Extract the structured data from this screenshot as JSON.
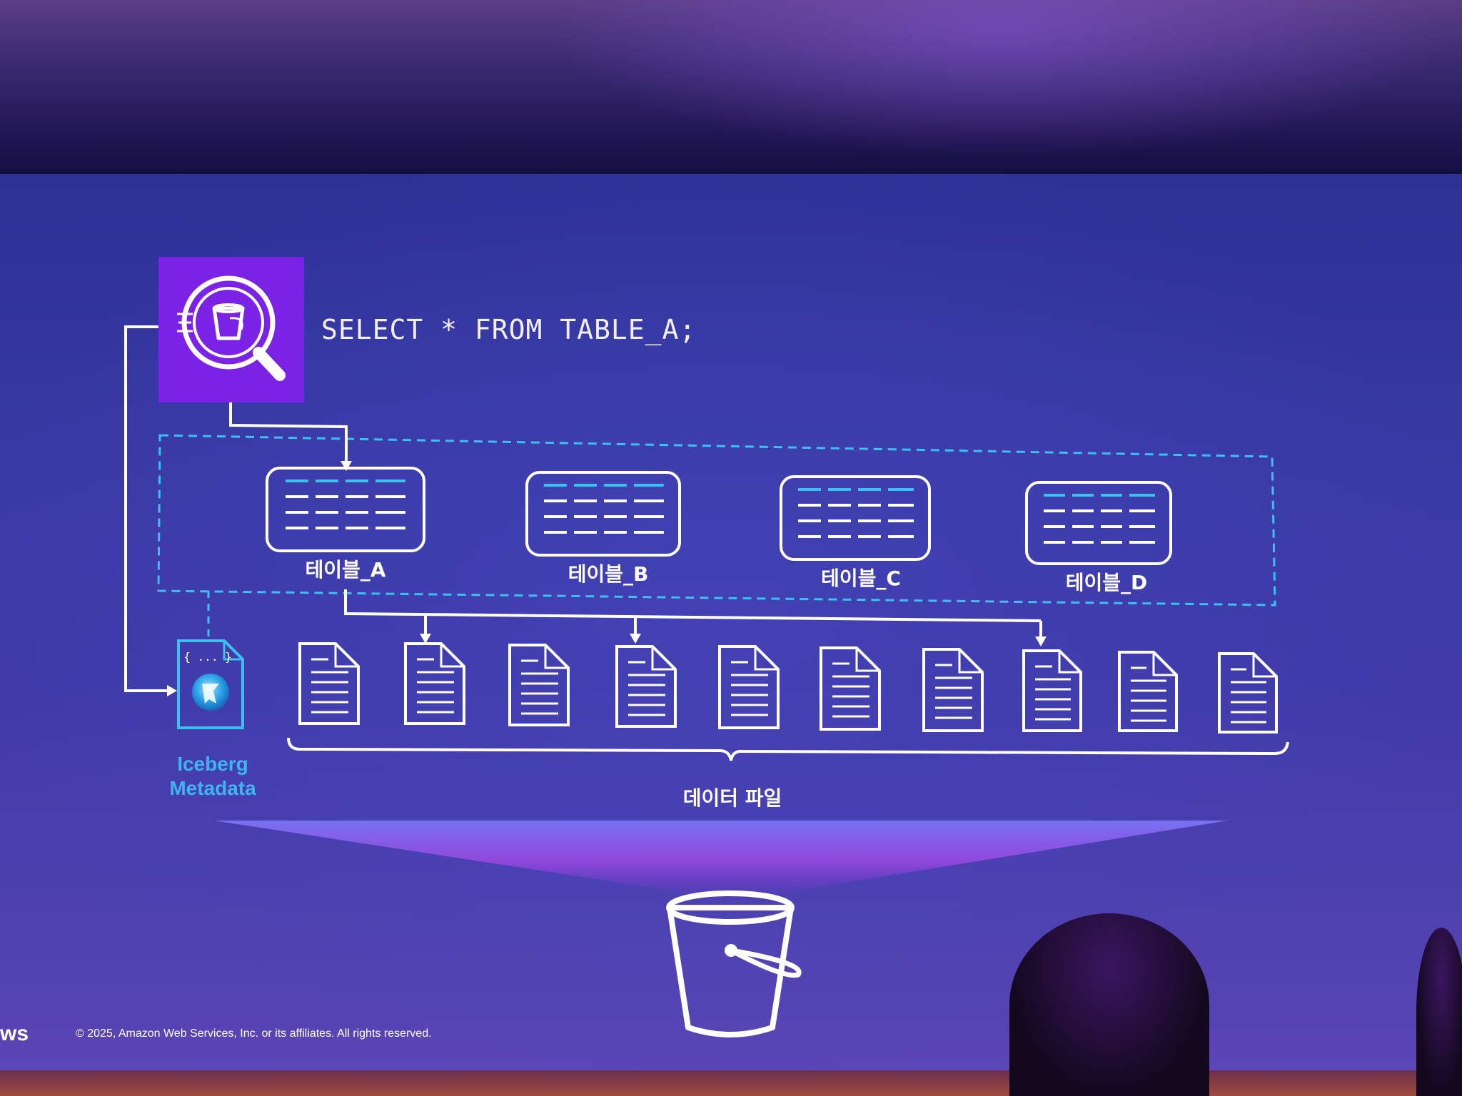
{
  "query": {
    "text": "SELECT * FROM TABLE_A;"
  },
  "tables": [
    {
      "label": "테이블_A"
    },
    {
      "label": "테이블_B"
    },
    {
      "label": "테이블_C"
    },
    {
      "label": "테이블_D"
    }
  ],
  "metadata": {
    "line1": "Iceberg",
    "line2": "Metadata",
    "glyph": "{ ... }"
  },
  "data_files": {
    "label": "데이터 파일",
    "count": 10
  },
  "footer": {
    "copyright": "© 2025, Amazon Web Services, Inc. or its affiliates. All rights reserved.",
    "logo_fragment": "ws"
  },
  "icons": {
    "query_service": "magnifier-bucket-icon",
    "table": "table-icon",
    "file": "document-icon",
    "metadata": "json-metadata-icon",
    "storage": "bucket-icon"
  },
  "colors": {
    "accent_purple": "#7a22e6",
    "dashed_border": "#3ec0ee",
    "metadata_text": "#3fb4ee",
    "table_header": "#3ec0ee",
    "line": "#ffffff"
  }
}
